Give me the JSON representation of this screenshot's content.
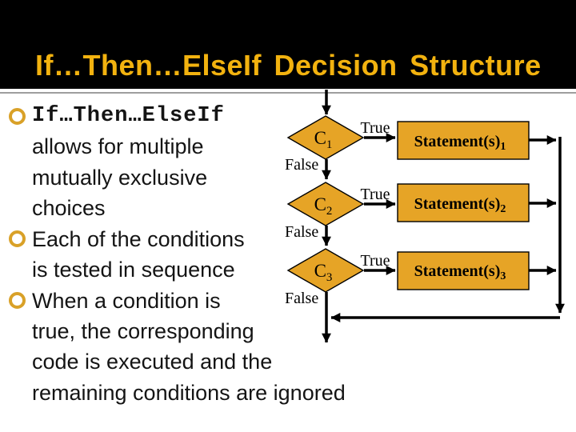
{
  "title": "If…Then…ElseIf Decision Structure",
  "bullets": {
    "item1_mono": "If…Then…ElseIf",
    "item1_line2": "allows for multiple",
    "item1_line3": "mutually exclusive",
    "item1_line4": "choices",
    "item2_line1": "Each of the conditions",
    "item2_line2": "is tested in sequence",
    "item3_line1": "When a condition is",
    "item3_line2": "true, the corresponding",
    "item3_line3": "code is executed and the",
    "item3_line4": "remaining conditions are ignored"
  },
  "flowchart": {
    "true_label": "True",
    "false_label": "False",
    "rows": [
      {
        "condition_base": "C",
        "condition_sub": "1",
        "statement_base": "Statement(s)",
        "statement_sub": "1"
      },
      {
        "condition_base": "C",
        "condition_sub": "2",
        "statement_base": "Statement(s)",
        "statement_sub": "2"
      },
      {
        "condition_base": "C",
        "condition_sub": "3",
        "statement_base": "Statement(s)",
        "statement_sub": "3"
      }
    ]
  },
  "colors": {
    "title_background": "#000000",
    "title_text": "#F2B20F",
    "bullet_ring": "#D9A128",
    "shape_fill": "#E6A426",
    "shape_border": "#000000",
    "connector": "#000000",
    "separator": "#9E9E9E"
  }
}
